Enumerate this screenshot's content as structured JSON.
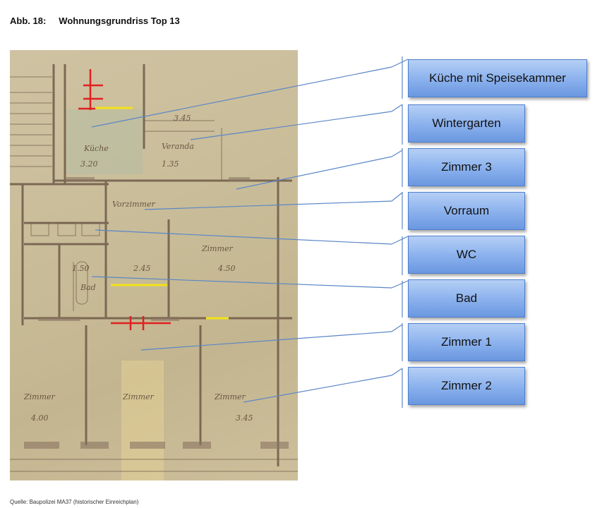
{
  "figure": {
    "number": "Abb. 18:",
    "title": "Wohnungsgrundriss Top 13"
  },
  "labels": [
    "Küche mit Speisekammer",
    "Wintergarten",
    "Zimmer 3",
    "Vorraum",
    "WC",
    "Bad",
    "Zimmer 1",
    "Zimmer 2"
  ],
  "plan_annotations": {
    "kueche": "Küche",
    "veranda": "Veranda",
    "vorzimmer": "Vorzimmer",
    "zimmer": "Zimmer",
    "bad": "Bad",
    "dimensions": [
      "3.45",
      "3.20",
      "2.45",
      "4.50",
      "1.50",
      "4.00",
      "3.45",
      "1.35"
    ]
  },
  "source": "Quelle: Baupolizei MA37 (historischer Einreichplan)",
  "colors": {
    "box_top": "#b5cff5",
    "box_bottom": "#6a97e0",
    "leader_line": "#5a86c8",
    "marker_red": "#e02020",
    "marker_yellow": "#f2e21a"
  }
}
